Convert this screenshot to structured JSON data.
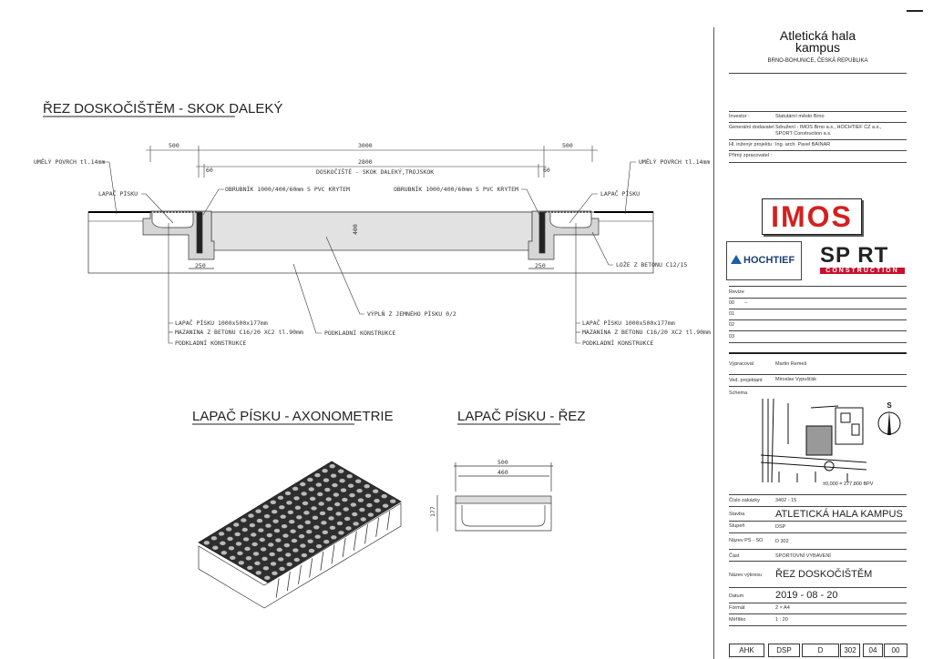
{
  "section": {
    "title": "ŘEZ DOSKOČIŠTĚM - SKOK DALEKÝ",
    "dims": {
      "left_500": "500",
      "total_3000": "3000",
      "right_500": "500",
      "inner_2800": "2800",
      "left_60": "60",
      "right_60": "60",
      "left_250": "250",
      "right_250": "250",
      "depth_400": "400"
    },
    "pit_label": "DOSKOČIŠTĚ - SKOK DALEKÝ,TROJSKOK",
    "labels": {
      "surface_left": "UMĚLÝ POVRCH tl.14mm",
      "surface_right": "UMĚLÝ POVRCH tl.14mm",
      "trap_left": "LAPAČ PÍSKU",
      "trap_right": "LAPAČ PÍSKU",
      "curb_left": "OBRUBNÍK 1000/400/60mm S PVC KRYTEM",
      "curb_right": "OBRUBNÍK 1000/400/60mm S PVC KRYTEM",
      "bed": "LOŽE Z BETONU C12/15",
      "fill": "VÝPLŇ Z JEMNÉHO PÍSKU 0/2",
      "base": "PODKLADNÍ KONSTRUKCE",
      "left_stack": [
        "LAPAČ PÍSKU 1000x500x177mm",
        "MAZANINA Z BETONU C16/20 XC2 tl.90mm",
        "PODKLADNÍ KONSTRUKCE"
      ],
      "right_stack": [
        "LAPAČ PÍSKU 1000x500x177mm",
        "MAZANINA Z BETONU C16/20 XC2 tl.90mm",
        "PODKLADNÍ KONSTRUKCE"
      ]
    }
  },
  "axonometry": {
    "title": "LAPAČ PÍSKU - AXONOMETRIE"
  },
  "trap_section": {
    "title": "LAPAČ PÍSKU - ŘEZ",
    "width_outer": "500",
    "width_inner": "460",
    "height": "177"
  },
  "title_block": {
    "project_title_1": "Atletická hala",
    "project_title_2": "kampus",
    "location": "BRNO-BOHUNICE, ČESKÁ REPUBLIKA",
    "investor_label": "Investor :",
    "investor": "Statutární město Brno",
    "contractor_label": "Generální dodavatel :",
    "contractor_1": "Sdružení - IMOS Brno a.s., HOCHTIEF CZ a.s.,",
    "contractor_2": "SPORT Construction a.s.",
    "engineer_label": "Hl. inženýr projektu :",
    "engineer": "Ing. arch. Pavel BAINAR",
    "processor_label": "Přímý zpracovatel :",
    "logos": {
      "imos": "IMOS",
      "hochtief": "HOCHTIEF",
      "sport": "SP RT",
      "sport_sub": "CONSTRUCTION"
    },
    "revisions_label": "Revize",
    "revisions": [
      {
        "no": "00",
        "note": "--"
      },
      {
        "no": "01",
        "note": ""
      },
      {
        "no": "02",
        "note": ""
      },
      {
        "no": "03",
        "note": ""
      }
    ],
    "drawn_by_label": "Vypracoval",
    "drawn_by": "Martin Remeš",
    "lead_label": "Ved. projektant",
    "lead": "Miroslav Vypušťák",
    "scheme_label": "Schema",
    "north": "S",
    "elevation": "±0,000 = 277,800 BPV",
    "order_no_label": "Číslo zakázky",
    "order_no": "3402 - 15",
    "building_label": "Stavba",
    "building": "ATLETICKÁ HALA KAMPUS",
    "stage_label": "Stupeň",
    "stage": "DSP",
    "ps_so_label": "Název PS - SO",
    "ps_so": "D 302",
    "part_label": "Část",
    "part": "SPORTOVNÍ VYBAVENÍ",
    "drawing_name_label": "Název výkresu",
    "drawing_name": "ŘEZ DOSKOČIŠTĚM",
    "date_label": "Datum",
    "date": "2019 - 08 - 20",
    "format_label": "Formát",
    "format": "2 × A4",
    "scale_label": "Měřítko",
    "scale": "1 : 20",
    "code": [
      "AHK",
      "DSP",
      "D",
      "302",
      "04",
      "00"
    ]
  },
  "colors": {
    "imos_red": "#d42020",
    "sport_red": "#c8102e",
    "hochtief_blue": "#1b5ea8"
  }
}
